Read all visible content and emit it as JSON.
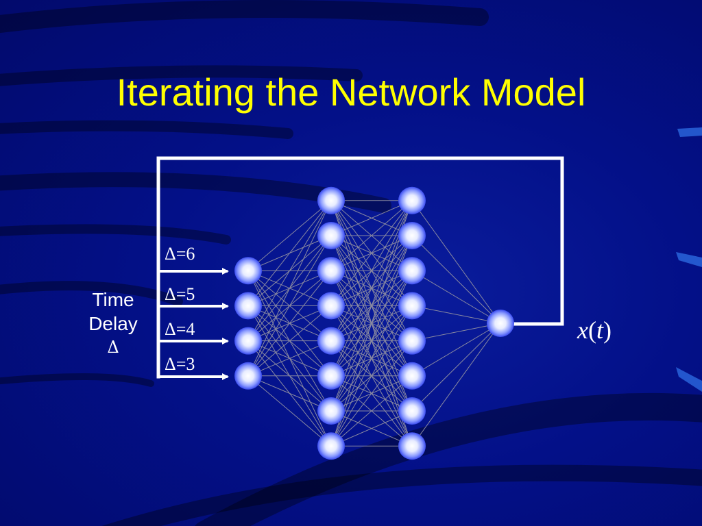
{
  "slide": {
    "title": "Iterating the Network Model",
    "time_delay": {
      "line1": "Time",
      "line2": "Delay",
      "line3": "Δ"
    },
    "delay_labels": [
      "Δ=6",
      "Δ=5",
      "Δ=4",
      "Δ=3"
    ],
    "output": {
      "var": "x",
      "open": "(",
      "arg": "t",
      "close": ")"
    }
  },
  "network": {
    "layers": [
      4,
      8,
      8,
      1
    ]
  },
  "colors": {
    "background": "#031088",
    "title": "#ffff00",
    "text": "#ffffff",
    "node_center": "#ffffff",
    "node_edge": "#3a4cf0",
    "connection": "#8a8aa0",
    "feedback_line": "#ffffff"
  }
}
